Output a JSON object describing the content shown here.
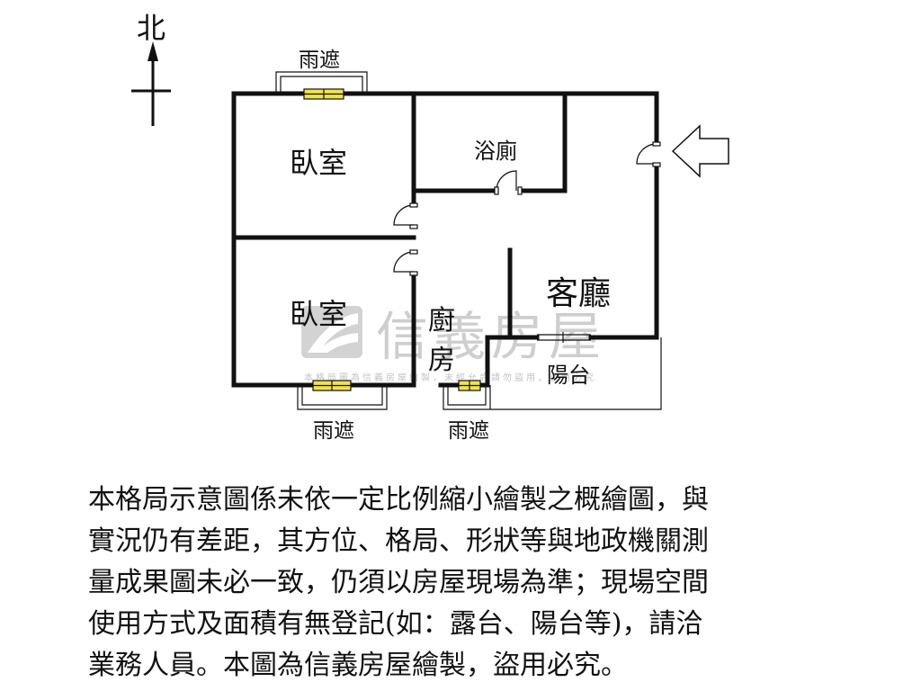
{
  "compass": {
    "north_label": "北"
  },
  "rooms": {
    "bedroom_1": "臥室",
    "bedroom_2": "臥室",
    "bathroom": "浴廁",
    "kitchen_line1": "廚",
    "kitchen_line2": "房",
    "living_room": "客廳",
    "balcony": "陽台"
  },
  "awnings": {
    "top": "雨遮",
    "bottom_left": "雨遮",
    "bottom_right": "雨遮"
  },
  "watermark": {
    "brand": "信義房屋",
    "notice": "本格局圖為信義房屋繪製，未經允許請勿盜用，盜用必究"
  },
  "disclaimer": {
    "lines": [
      "本格局示意圖係未依一定比例縮小繪製之概繪圖，與",
      "實況仍有差距，其方位、格局、形狀等與地政機關測",
      "量成果圖未必一致，仍須以房屋現場為準；現場空間",
      "使用方式及面積有無登記(如：露台、陽台等)，請洽",
      "業務人員。本圖為信義房屋繪製，盜用必究。"
    ]
  },
  "colors": {
    "wall": "#111111",
    "window_fill": "#f2e24a",
    "watermark": "#c9c9c9",
    "text": "#111111"
  }
}
